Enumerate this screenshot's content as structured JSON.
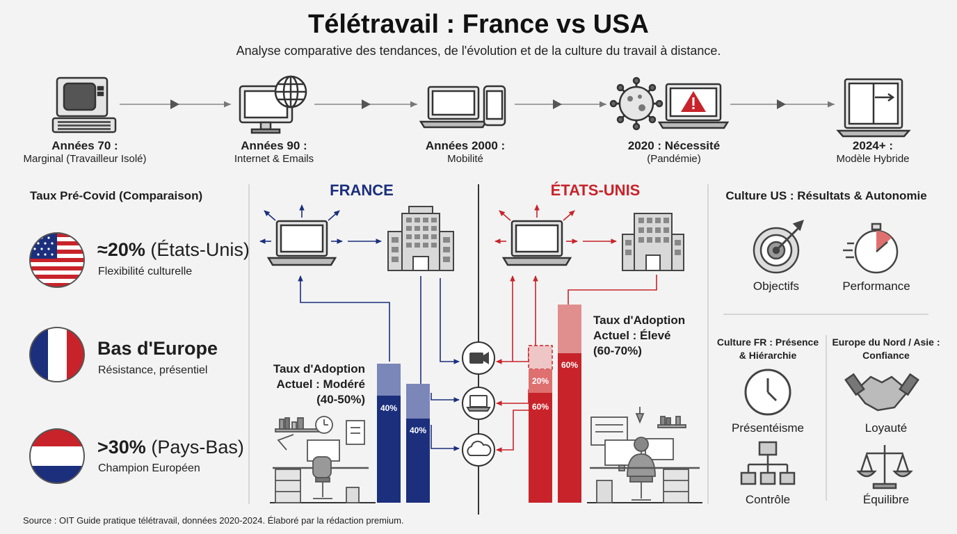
{
  "header": {
    "title": "Télétravail : France vs USA",
    "subtitle": "Analyse comparative des tendances, de l'évolution et de la culture du travail à distance."
  },
  "timeline": [
    {
      "title": "Années 70 :",
      "desc": "Marginal (Travailleur Isolé)",
      "icon": "retro-computer-icon"
    },
    {
      "title": "Années 90 :",
      "desc": "Internet & Emails",
      "icon": "desktop-globe-icon"
    },
    {
      "title": "Années 2000 :",
      "desc": "Mobilité",
      "icon": "laptop-phone-icon"
    },
    {
      "title": "2020 : Nécessité",
      "desc": "(Pandémie)",
      "icon": "virus-alert-icon"
    },
    {
      "title": "2024+ :",
      "desc": "Modèle Hybride",
      "icon": "hybrid-laptop-icon"
    }
  ],
  "pre_covid": {
    "heading": "Taux Pré-Covid (Comparaison)",
    "items": [
      {
        "value": "≈20%",
        "country": "(États-Unis)",
        "desc": "Flexibilité culturelle",
        "flag": "us-flag-icon"
      },
      {
        "value": "Bas d'Europe",
        "country": "",
        "desc": "Résistance, présentiel",
        "flag": "france-flag-icon"
      },
      {
        "value": ">30%",
        "country": "(Pays-Bas)",
        "desc": "Champion Européen",
        "flag": "netherlands-flag-icon"
      }
    ]
  },
  "france": {
    "title": "FRANCE",
    "adoption": [
      "Taux d'Adoption",
      "Actuel : Modéré",
      "(40-50%)"
    ],
    "bar_labels": [
      "40%",
      "40%"
    ],
    "color": "#1b2f7d"
  },
  "usa": {
    "title": "ÉTATS-UNIS",
    "adoption": [
      "Taux d'Adoption",
      "Actuel : Élevé",
      "(60-70%)"
    ],
    "bar_labels": [
      "20%",
      "60%",
      "60%"
    ],
    "color": "#c8232a"
  },
  "center_icons": [
    "video-camera-icon",
    "laptop-icon",
    "cloud-icon"
  ],
  "culture_us": {
    "heading": "Culture US : Résultats & Autonomie",
    "items": [
      {
        "label": "Objectifs",
        "icon": "target-icon"
      },
      {
        "label": "Performance",
        "icon": "stopwatch-icon"
      }
    ]
  },
  "culture_fr": {
    "heading": [
      "Culture FR : Présence",
      "& Hiérarchie"
    ],
    "items": [
      {
        "label": "Présentéisme",
        "icon": "clock-icon"
      },
      {
        "label": "Contrôle",
        "icon": "hierarchy-icon"
      }
    ]
  },
  "culture_nordic": {
    "heading": [
      "Europe du Nord / Asie :",
      "Confiance"
    ],
    "items": [
      {
        "label": "Loyauté",
        "icon": "handshake-icon"
      },
      {
        "label": "Équilibre",
        "icon": "scales-icon"
      }
    ]
  },
  "source": "Source : OIT Guide pratique télétravail, données 2020-2024. Élaboré par la rédaction premium."
}
